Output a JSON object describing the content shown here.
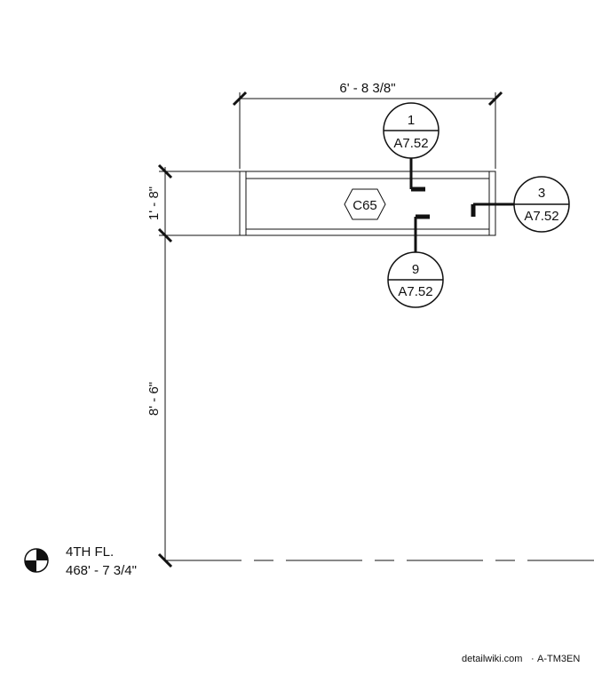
{
  "dimensions": {
    "width": "6' - 8 3/8\"",
    "height_upper": "1' - 8\"",
    "height_lower": "8' - 6\""
  },
  "tag": {
    "label": "C65"
  },
  "section_markers": [
    {
      "number": "1",
      "sheet": "A7.52"
    },
    {
      "number": "3",
      "sheet": "A7.52"
    },
    {
      "number": "9",
      "sheet": "A7.52"
    }
  ],
  "level": {
    "name": "4TH FL.",
    "elevation": "468' - 7 3/4\""
  },
  "footer": {
    "site": "detailwiki.com",
    "separator": "·",
    "code": "A-TM3EN"
  }
}
